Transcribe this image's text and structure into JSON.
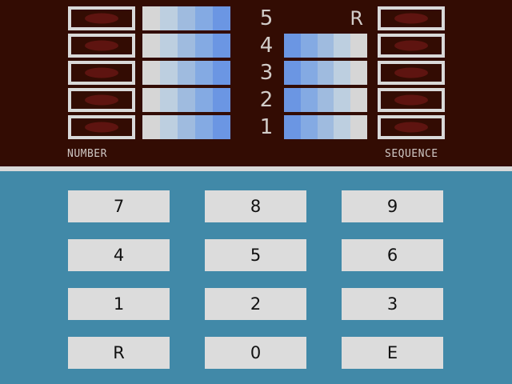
{
  "panel": {
    "background_color": "#330c03",
    "divider_color": "#d9d9d9",
    "captions": {
      "number": "NUMBER",
      "sequence": "SEQUENCE"
    },
    "gradient_left": [
      "#d6d6d6",
      "#bdcfe0",
      "#9fbbdf",
      "#84aae3",
      "#6b96e3"
    ],
    "gradient_right": [
      "#6b96e3",
      "#84aae3",
      "#9fbbdf",
      "#bdcfe0",
      "#d6d6d6"
    ],
    "rows": [
      {
        "index": "5",
        "marker": "R",
        "left_bar": true,
        "right_bar": false
      },
      {
        "index": "4",
        "marker": "",
        "left_bar": true,
        "right_bar": true
      },
      {
        "index": "3",
        "marker": "",
        "left_bar": true,
        "right_bar": true
      },
      {
        "index": "2",
        "marker": "",
        "left_bar": true,
        "right_bar": true
      },
      {
        "index": "1",
        "marker": "",
        "left_bar": true,
        "right_bar": true
      }
    ]
  },
  "keypad": {
    "background_color": "#4189a8",
    "key_color": "#dcdcdc",
    "key_text_color": "#111111",
    "keys": [
      "7",
      "8",
      "9",
      "4",
      "5",
      "6",
      "1",
      "2",
      "3",
      "R",
      "0",
      "E"
    ]
  }
}
